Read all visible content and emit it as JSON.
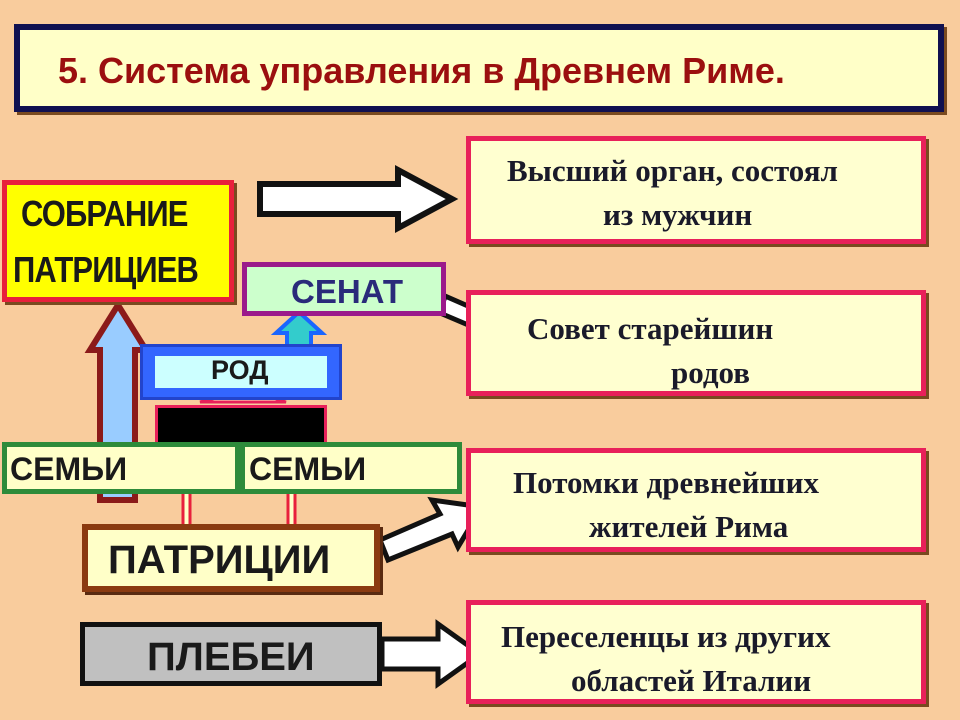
{
  "title": "5. Система управления в Древнем Риме.",
  "left": {
    "assembly_line1": "СОБРАНИЕ",
    "assembly_line2": "ПАТРИЦИЕВ",
    "senate": "СЕНАТ",
    "clan": "РОД",
    "family_left": "СЕМЬИ",
    "family_right": "СЕМЬИ",
    "patricians": "ПАТРИЦИИ",
    "plebeians": "ПЛЕБЕИ"
  },
  "descriptions": {
    "assembly_line1": "Высший орган, состоял",
    "assembly_line2": "из мужчин",
    "senate_line1": "Совет старейшин",
    "senate_line2": "родов",
    "patricians_line1": "Потомки древнейших",
    "patricians_line2": "жителей Рима",
    "plebeians_line1": "Переселенцы из других",
    "plebeians_line2": "областей Италии"
  },
  "colors": {
    "background": "#f9cc9d",
    "title_text": "#9b0f0f",
    "description_border": "#e8205a",
    "assembly_border": "#e8203c",
    "assembly_fill": "#ffff00",
    "senate_fill": "#ccffcc",
    "clan_fill": "#3366ff",
    "family_border": "#2e8b3a",
    "patricians_border": "#8b3a10",
    "plebeians_fill": "#c0c0c0"
  }
}
